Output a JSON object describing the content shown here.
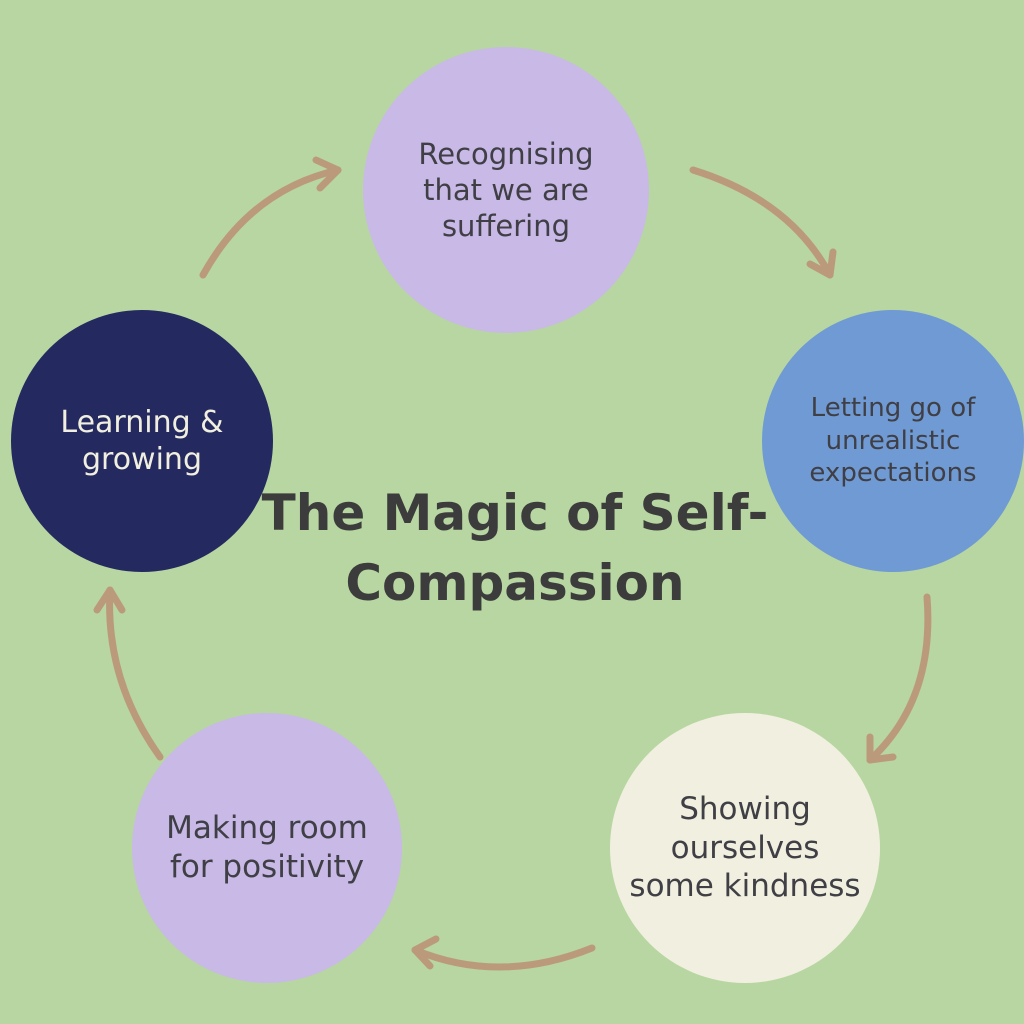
{
  "title": "The Magic of Self-\nCompassion",
  "steps": [
    {
      "label": "Recognising\nthat we are\nsuffering"
    },
    {
      "label": "Letting go of\nunrealistic\nexpectations"
    },
    {
      "label": "Showing\nourselves\nsome kindness"
    },
    {
      "label": "Making room\nfor  positivity"
    },
    {
      "label": "Learning &\ngrowing"
    }
  ],
  "colors": {
    "background": "#b7d6a1",
    "arrow": "#bb9a7c",
    "lavender": "#c8b9e6",
    "blue": "#6f9ad4",
    "cream": "#f1efdf",
    "navy": "#24295f"
  }
}
